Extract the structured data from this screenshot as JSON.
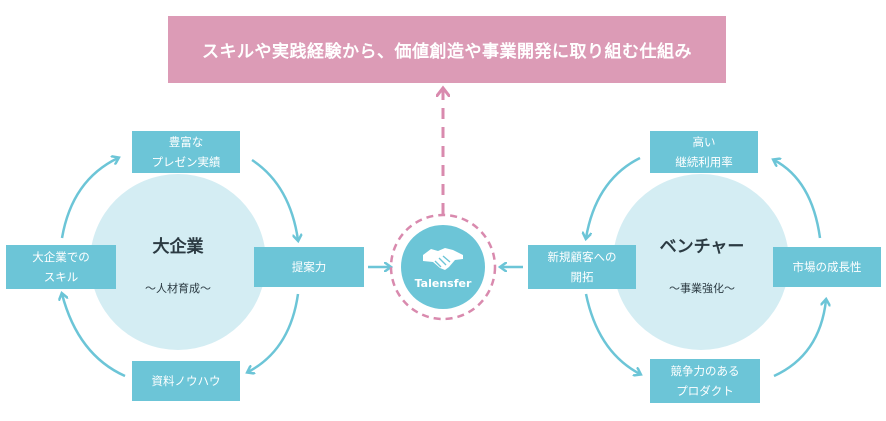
{
  "banner": {
    "text": "スキルや実践経験から、価値創造や事業開発に取り組む仕組み"
  },
  "left_cycle": {
    "title": "大企業",
    "subtitle": "〜人材育成〜",
    "top_box": [
      "豊富な",
      "プレゼン実績"
    ],
    "right_box": [
      "提案力"
    ],
    "bottom_box": [
      "資料ノウハウ"
    ],
    "left_box": [
      "大企業での",
      "スキル"
    ]
  },
  "right_cycle": {
    "title": "ベンチャー",
    "subtitle": "〜事業強化〜",
    "top_box": [
      "高い",
      "継続利用率"
    ],
    "right_box": [
      "市場の成長性"
    ],
    "bottom_box": [
      "競争力のある",
      "プロダクト"
    ],
    "left_box": [
      "新規顧客への",
      "開拓"
    ]
  },
  "hub": {
    "label": "Talensfer",
    "icon": "handshake-icon"
  },
  "colors": {
    "banner": "#dc9bb6",
    "box": "#6cc5d7",
    "circle": "#d4edf3",
    "arrow": "#6cc5d7",
    "dashed": "#d98aae"
  }
}
